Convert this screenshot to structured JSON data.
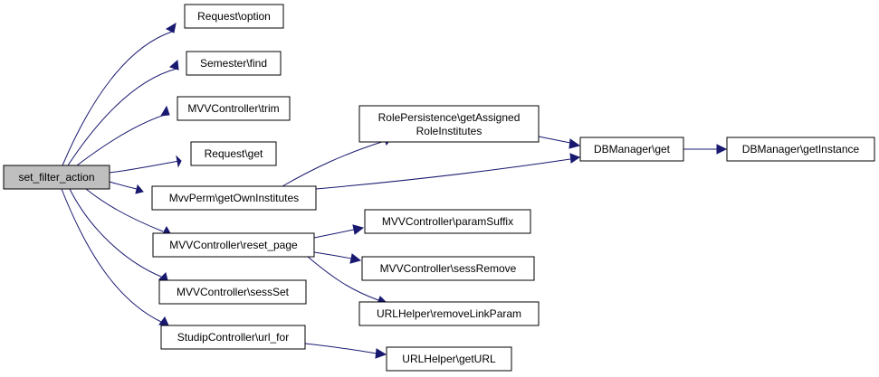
{
  "colors": {
    "edge": "#191970",
    "node_fill": "#ffffff",
    "root_fill": "#bfbfbf",
    "node_border": "#000000"
  },
  "nodes": {
    "set_filter_action": {
      "lines": [
        "set_filter_action"
      ]
    },
    "request_option": {
      "lines": [
        "Request\\option"
      ]
    },
    "semester_find": {
      "lines": [
        "Semester\\find"
      ]
    },
    "mvvcontroller_trim": {
      "lines": [
        "MVVController\\trim"
      ]
    },
    "request_get": {
      "lines": [
        "Request\\get"
      ]
    },
    "mvvperm_getowninstitutes": {
      "lines": [
        "MvvPerm\\getOwnInstitutes"
      ]
    },
    "mvvcontroller_reset_page": {
      "lines": [
        "MVVController\\reset_page"
      ]
    },
    "mvvcontroller_sessset": {
      "lines": [
        "MVVController\\sessSet"
      ]
    },
    "studipcontroller_url_for": {
      "lines": [
        "StudipController\\url_for"
      ]
    },
    "rolepersistence_getassignedroleinstitutes": {
      "lines": [
        "RolePersistence\\getAssigned",
        "RoleInstitutes"
      ]
    },
    "dbmanager_get": {
      "lines": [
        "DBManager\\get"
      ]
    },
    "dbmanager_getinstance": {
      "lines": [
        "DBManager\\getInstance"
      ]
    },
    "mvvcontroller_paramsuffix": {
      "lines": [
        "MVVController\\paramSuffix"
      ]
    },
    "mvvcontroller_sessremove": {
      "lines": [
        "MVVController\\sessRemove"
      ]
    },
    "urlhelper_removelinkparam": {
      "lines": [
        "URLHelper\\removeLinkParam"
      ]
    },
    "urlhelper_geturl": {
      "lines": [
        "URLHelper\\getURL"
      ]
    }
  },
  "edges": [
    [
      "set_filter_action",
      "request_option"
    ],
    [
      "set_filter_action",
      "semester_find"
    ],
    [
      "set_filter_action",
      "mvvcontroller_trim"
    ],
    [
      "set_filter_action",
      "request_get"
    ],
    [
      "set_filter_action",
      "mvvperm_getowninstitutes"
    ],
    [
      "set_filter_action",
      "mvvcontroller_reset_page"
    ],
    [
      "set_filter_action",
      "mvvcontroller_sessset"
    ],
    [
      "set_filter_action",
      "studipcontroller_url_for"
    ],
    [
      "mvvperm_getowninstitutes",
      "rolepersistence_getassignedroleinstitutes"
    ],
    [
      "mvvperm_getowninstitutes",
      "dbmanager_get"
    ],
    [
      "rolepersistence_getassignedroleinstitutes",
      "dbmanager_get"
    ],
    [
      "dbmanager_get",
      "dbmanager_getinstance"
    ],
    [
      "mvvcontroller_reset_page",
      "mvvcontroller_paramsuffix"
    ],
    [
      "mvvcontroller_reset_page",
      "mvvcontroller_sessremove"
    ],
    [
      "mvvcontroller_reset_page",
      "urlhelper_removelinkparam"
    ],
    [
      "studipcontroller_url_for",
      "urlhelper_geturl"
    ]
  ]
}
